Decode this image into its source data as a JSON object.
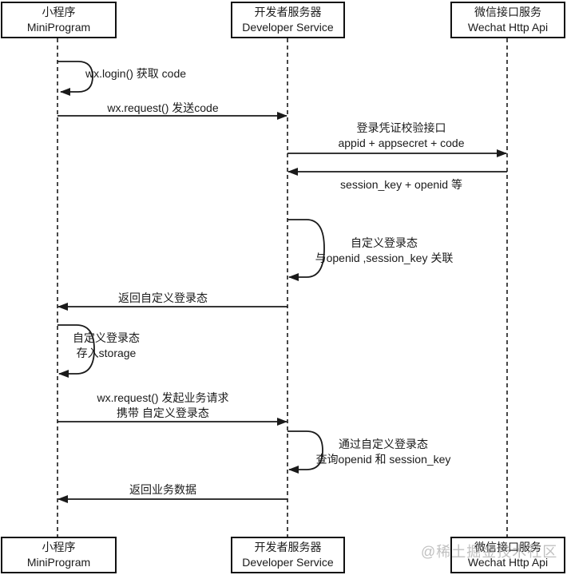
{
  "diagram": {
    "type": "sequence-diagram",
    "actors": [
      {
        "zh": "小程序",
        "en": "MiniProgram"
      },
      {
        "zh": "开发者服务器",
        "en": "Developer Service"
      },
      {
        "zh": "微信接口服务",
        "en": "Wechat Http Api"
      }
    ],
    "messages": [
      {
        "kind": "self-loop",
        "actor": 0,
        "lines": [
          "wx.login() 获取 code"
        ]
      },
      {
        "kind": "arrow",
        "from": 0,
        "to": 1,
        "lines": [
          "wx.request() 发送code"
        ]
      },
      {
        "kind": "arrow",
        "from": 1,
        "to": 2,
        "lines": [
          "登录凭证校验接口",
          "appid + appsecret + code"
        ]
      },
      {
        "kind": "arrow",
        "from": 2,
        "to": 1,
        "label_position": "below",
        "lines": [
          "session_key + openid 等"
        ]
      },
      {
        "kind": "self-loop",
        "actor": 1,
        "lines": [
          "自定义登录态",
          "与openid ,session_key 关联"
        ]
      },
      {
        "kind": "arrow",
        "from": 1,
        "to": 0,
        "lines": [
          "返回自定义登录态"
        ]
      },
      {
        "kind": "self-loop",
        "actor": 0,
        "lines": [
          "自定义登录态",
          "存入storage"
        ]
      },
      {
        "kind": "arrow",
        "from": 0,
        "to": 1,
        "lines": [
          "wx.request() 发起业务请求",
          "携带 自定义登录态"
        ]
      },
      {
        "kind": "self-loop",
        "actor": 1,
        "lines": [
          "通过自定义登录态",
          "查询openid 和 session_key"
        ]
      },
      {
        "kind": "arrow",
        "from": 1,
        "to": 0,
        "lines": [
          "返回业务数据"
        ]
      }
    ],
    "watermark": "@稀土掘金技术社区",
    "colors": {
      "line": "#1a1a1a",
      "background": "#ffffff",
      "watermark": "#8c8c8c"
    }
  }
}
